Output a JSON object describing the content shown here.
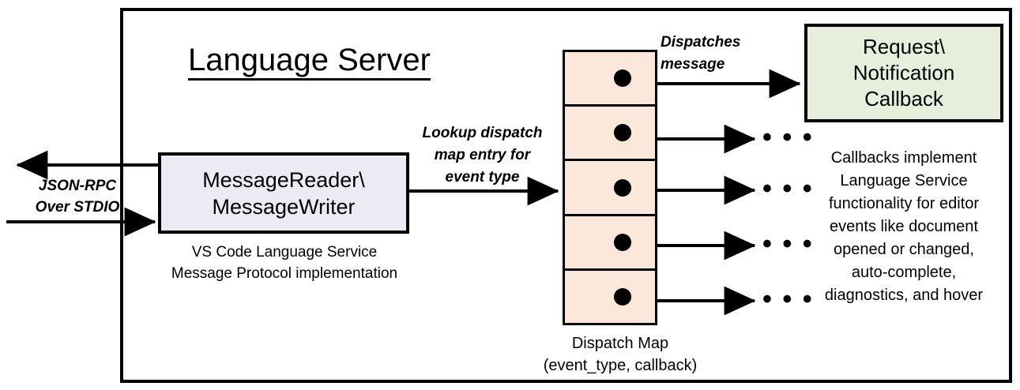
{
  "diagram": {
    "title": "Language Server",
    "io_label": [
      "JSON-RPC",
      "Over STDIO"
    ],
    "reader_box": {
      "line1": "MessageReader\\",
      "line2": "MessageWriter",
      "caption_line1": "VS Code Language Service",
      "caption_line2": "Message Protocol implementation",
      "fill": "#eceaf2"
    },
    "lookup_label": [
      "Lookup dispatch",
      "map entry for",
      "event type"
    ],
    "dispatch_map": {
      "caption_line1": "Dispatch Map",
      "caption_line2": "(event_type, callback)",
      "fill": "#fce8da",
      "rows": 5
    },
    "dispatches_label": [
      "Dispatches",
      "message"
    ],
    "callback_box": {
      "line1": "Request\\",
      "line2": "Notification",
      "line3": "Callback",
      "fill": "#e8eedc"
    },
    "callback_description": [
      "Callbacks implement",
      "Language Service",
      "functionality for editor",
      "events like document",
      "opened or changed,",
      "auto-complete,",
      "diagnostics, and hover"
    ],
    "ellipsis": "• • •",
    "stroke_color": "#000000",
    "background": "#ffffff"
  }
}
